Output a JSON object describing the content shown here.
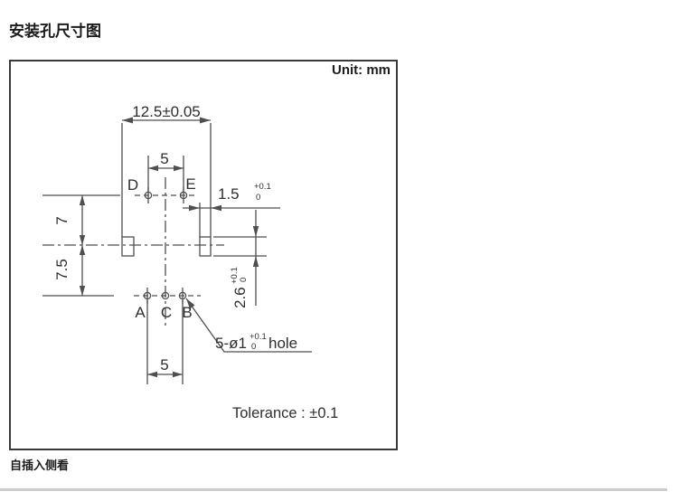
{
  "page": {
    "title": "安装孔尺寸图",
    "view_caption": "自插入侧看"
  },
  "panel": {
    "unit_label": "Unit: mm",
    "tolerance_note": "Tolerance : ±0.1"
  },
  "dims": {
    "overall_width": "12.5±0.05",
    "top_hole_pitch": "5",
    "bottom_hole_pitch": "5",
    "upper_height": "7",
    "lower_height": "7.5",
    "slot_width": "1.5",
    "slot_width_tol_upper": "+0.1",
    "slot_width_tol_lower": "0",
    "slot_height": "2.6",
    "slot_height_tol_upper": "+0.1",
    "slot_height_tol_lower": "0",
    "hole_note_prefix": "5-ø1",
    "hole_note_tol_upper": "+0.1",
    "hole_note_tol_lower": "0",
    "hole_note_suffix": "hole"
  },
  "hole_labels": {
    "d": "D",
    "e": "E",
    "a": "A",
    "c": "C",
    "b": "B"
  },
  "colors": {
    "line": "#4f4f4f",
    "text": "#2e2e2e",
    "panel_border": "#3a3a3a",
    "divider": "#cccccc"
  }
}
